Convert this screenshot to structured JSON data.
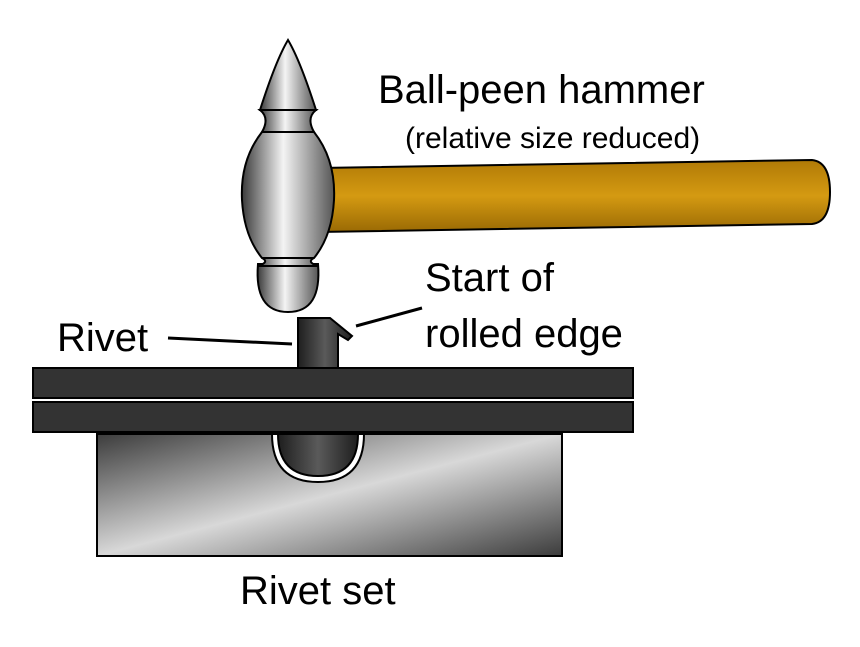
{
  "labels": {
    "hammer_title": "Ball-peen hammer",
    "hammer_note": "(relative size reduced)",
    "start_line1": "Start of",
    "start_line2": "rolled edge",
    "rivet": "Rivet",
    "rivet_set": "Rivet set"
  },
  "colors": {
    "background": "#ffffff",
    "outline": "#000000",
    "handle": "#c8900a",
    "plate": "#333333",
    "metal_light": "#f2f2f2",
    "metal_dark": "#4a4a4a"
  }
}
